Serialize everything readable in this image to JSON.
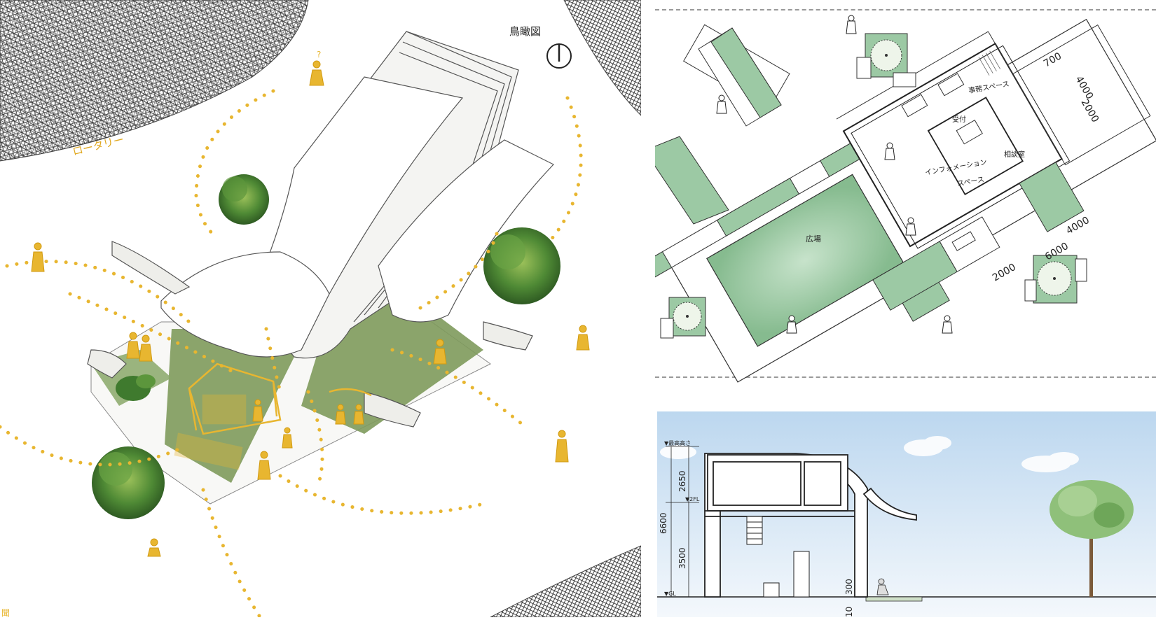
{
  "birdseye": {
    "title": "鳥瞰図",
    "rotary_label": "ロータリー",
    "corner_mark": "聞",
    "question_mark": "?",
    "accent_color": "#e8b630",
    "grass_color": "#7e9a5c"
  },
  "plan": {
    "labels": {
      "office": "事務スペース",
      "reception": "受付",
      "consult": "相談室",
      "info_line1": "インフォメーション",
      "info_line2": "スペース",
      "plaza": "広場"
    },
    "dims": {
      "d700": "700",
      "d4000_top": "4000",
      "d2000_top": "2000",
      "d4000_right": "4000",
      "d6000": "6000",
      "d2000_bottom": "2000"
    },
    "green_color": "#9cc9a4"
  },
  "section": {
    "levels": {
      "top": "▼最高高さ",
      "floor2": "▼2FL",
      "ground": "▼GL"
    },
    "dims": {
      "total": "6600",
      "upper": "2650",
      "lower": "3500",
      "bench": "300",
      "small": "10"
    },
    "sky_color": "#d8e9f6"
  }
}
